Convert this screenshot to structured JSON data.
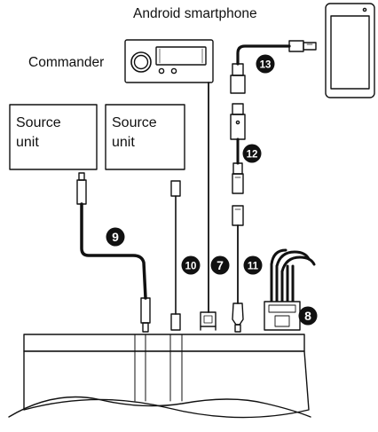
{
  "labels": {
    "smartphone": "Android smartphone",
    "commander": "Commander",
    "source_unit_1": [
      "Source",
      "unit"
    ],
    "source_unit_2": [
      "Source",
      "unit"
    ]
  },
  "callouts": {
    "c7": "7",
    "c8": "8",
    "c9": "9",
    "c10": "10",
    "c11": "11",
    "c12": "12",
    "c13": "13"
  },
  "colors": {
    "line": "#111111",
    "fill": "#ffffff",
    "callout_bg": "#111111",
    "callout_text": "#ffffff"
  }
}
